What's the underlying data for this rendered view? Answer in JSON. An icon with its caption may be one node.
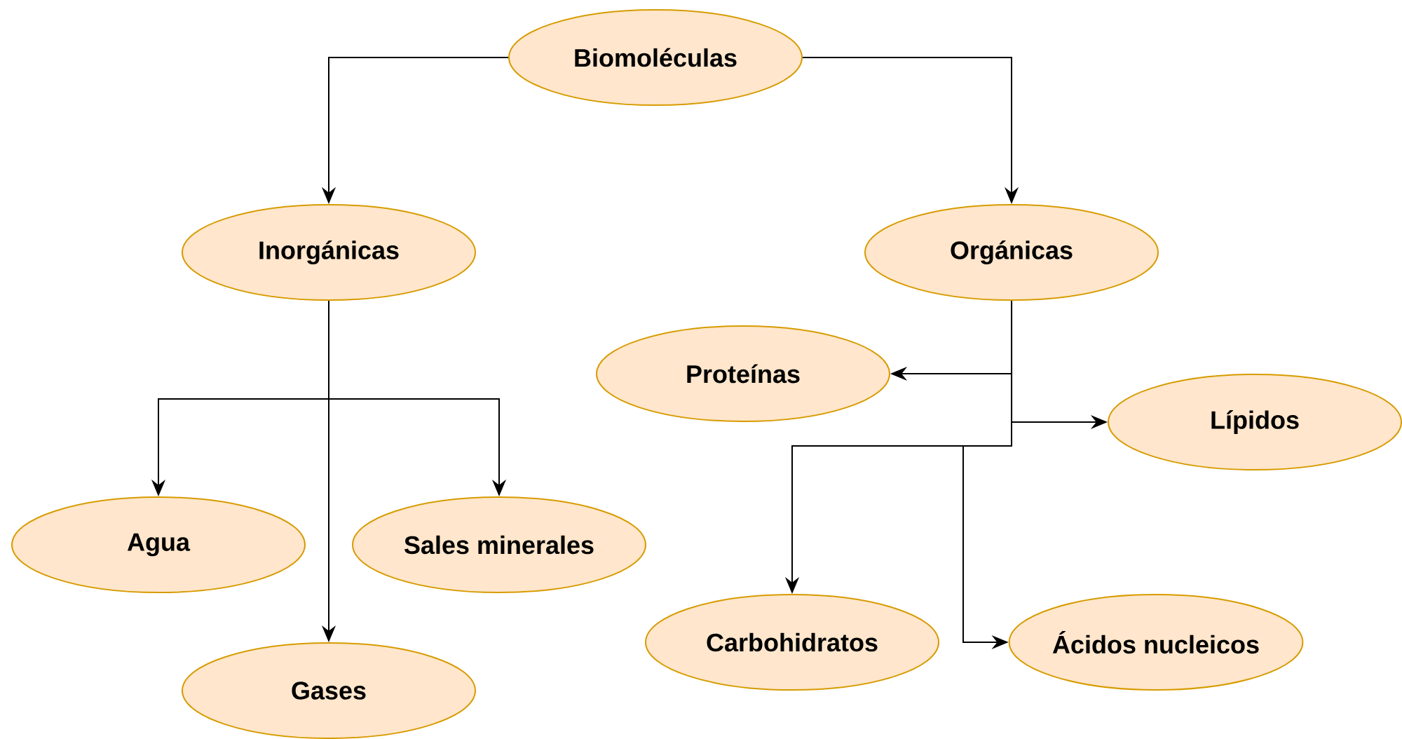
{
  "diagram": {
    "nodes": [
      {
        "text": [
          "Biomoléculas"
        ]
      },
      {
        "text": [
          "Inorgánicas"
        ]
      },
      {
        "text": [
          "Orgánicas"
        ]
      },
      {
        "text": [
          "Proteínas"
        ]
      },
      {
        "text": [
          "Lípidos"
        ]
      },
      {
        "text": [
          "Agua"
        ]
      },
      {
        "text": [
          "Sales minerales"
        ]
      },
      {
        "text": [
          "Carbohidratos"
        ]
      },
      {
        "text": [
          "Ácidos nucleicos"
        ]
      },
      {
        "text": [
          "Gases"
        ]
      }
    ],
    "edges": [
      {
        "from": 0,
        "to": 1,
        "arrow": "to"
      },
      {
        "from": 0,
        "to": 2,
        "arrow": "to"
      },
      {
        "from": 1,
        "to": 5,
        "arrow": "to"
      },
      {
        "from": 1,
        "to": 6,
        "arrow": "to"
      },
      {
        "from": 1,
        "to": 9,
        "arrow": "to"
      },
      {
        "from": 2,
        "to": 3,
        "arrow": "to"
      },
      {
        "from": 2,
        "to": 4,
        "arrow": "to"
      },
      {
        "from": 2,
        "to": 7,
        "arrow": "to"
      },
      {
        "from": 2,
        "to": 8,
        "arrow": "to"
      }
    ]
  }
}
